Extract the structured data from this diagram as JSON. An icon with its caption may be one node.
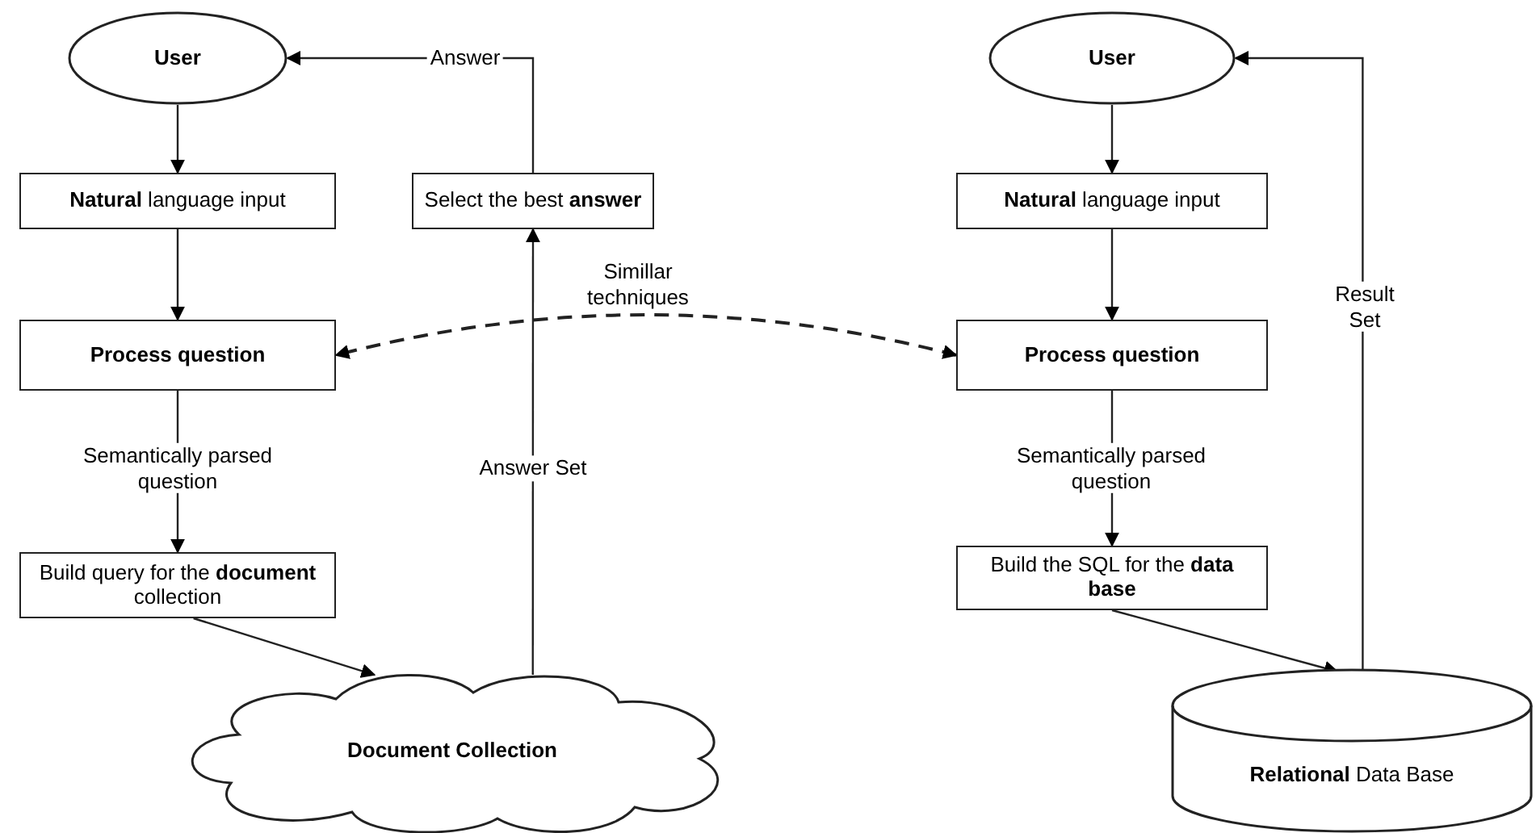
{
  "diagram": {
    "nodes": [
      {
        "text": [
          "User"
        ]
      },
      {
        "text": [
          "**Natural** language input"
        ]
      },
      {
        "text": [
          "Process question"
        ]
      },
      {
        "text": [
          "Build query for the **document** collection"
        ]
      },
      {
        "text": [
          "Document Collection"
        ]
      },
      {
        "text": [
          "Select the best **answer**"
        ]
      },
      {
        "text": [
          "User"
        ]
      },
      {
        "text": [
          "**Natural** language input"
        ]
      },
      {
        "text": [
          "Process question"
        ]
      },
      {
        "text": [
          "Build the SQL for the **data base**"
        ]
      },
      {
        "text": [
          "**Relational** Data Base"
        ]
      }
    ],
    "edges": [
      {
        "from": 0,
        "to": 1,
        "arrow": "to"
      },
      {
        "from": 1,
        "to": 2,
        "arrow": "to"
      },
      {
        "from": 2,
        "to": 3,
        "arrow": "to",
        "label": "Semantically parsed question"
      },
      {
        "from": 3,
        "to": 4,
        "arrow": "to"
      },
      {
        "from": 4,
        "to": 5,
        "arrow": "to",
        "label": "Answer Set"
      },
      {
        "from": 5,
        "to": 0,
        "arrow": "to",
        "label": "Answer"
      },
      {
        "from": 8,
        "to": 2,
        "arrow": "both",
        "label": "Simillar techniques",
        "style": "dashed"
      },
      {
        "from": 6,
        "to": 7,
        "arrow": "to"
      },
      {
        "from": 7,
        "to": 8,
        "arrow": "to"
      },
      {
        "from": 8,
        "to": 9,
        "arrow": "to",
        "label": "Semantically parsed question"
      },
      {
        "from": 9,
        "to": 10,
        "arrow": "to"
      },
      {
        "from": 10,
        "to": 6,
        "arrow": "to",
        "label": "Result Set"
      }
    ]
  }
}
